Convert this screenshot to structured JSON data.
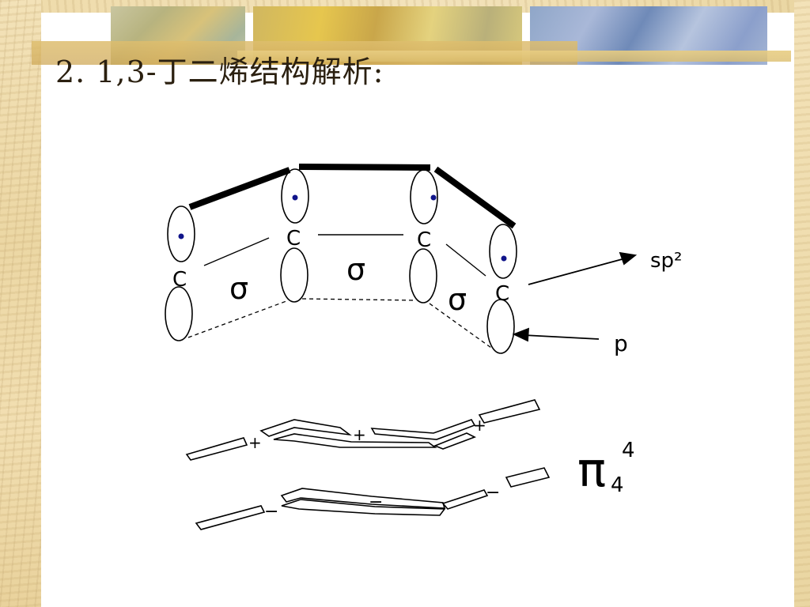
{
  "slide": {
    "title": "2. 1,3-丁二烯结构解析:"
  },
  "diagram": {
    "carbon_label": "C",
    "sigma_label": "σ",
    "sp2_label": "sp²",
    "p_label": "p",
    "plus_sign": "+",
    "minus_sign": "−",
    "pi_symbol": "π",
    "pi_superscript": "4",
    "pi_subscript": "4"
  }
}
